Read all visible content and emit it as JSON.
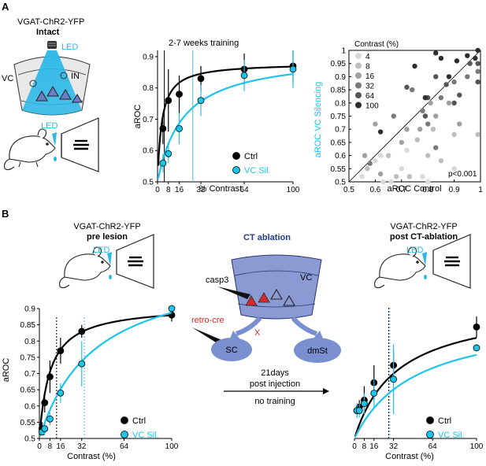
{
  "colors": {
    "ctrl": "#000000",
    "vc": "#1cc4ea",
    "ctrl_fill": "#000000",
    "vc_fill": "#20c0e8",
    "vc_shape": "#6b7fc6",
    "red": "#d62a2a",
    "led_blue": "#2ab8e8",
    "line_blue": "#56b6dd"
  },
  "panelA": {
    "letter": "A",
    "mouse_line": "VGAT-ChR2-YFP",
    "state": "Intact",
    "led": "LED",
    "vc": "VC",
    "in": "IN",
    "led_mouse": "LED"
  },
  "panelB": {
    "letter": "B",
    "left_title": "VGAT-ChR2-YFP",
    "left_subtitle": "pre lesion",
    "led_left": "LED",
    "center_title": "CT ablation",
    "casp3": "casp3",
    "vc": "VC",
    "retro_cre": "retro-cre",
    "x_mark": "X",
    "sc": "SC",
    "dmst": "dmSt",
    "arrow_line1": "21days",
    "arrow_line2": "post injection",
    "arrow_line3": "no training",
    "right_title": "VGAT-ChR2-YFP",
    "right_subtitle": "post CT-ablation",
    "led_right": "LED"
  },
  "chart_data": [
    {
      "id": "A-middle",
      "type": "line",
      "title": "2-7 weeks training",
      "xlabel": "% Contrast",
      "ylabel": "aROC",
      "xlim": [
        0,
        100
      ],
      "ylim": [
        0.5,
        0.92
      ],
      "xticks": [
        0,
        8,
        16,
        32,
        64,
        100
      ],
      "xtick_labels": [
        "0",
        "8",
        "16",
        "32",
        "64",
        "100"
      ],
      "yticks": [
        0.5,
        0.6,
        0.7,
        0.8,
        0.9
      ],
      "ytick_labels": [
        "0.5",
        "0.6",
        "0.7",
        "0.8",
        "0.9"
      ],
      "threshold_lines": [
        {
          "series": "VC Sil.",
          "x": 26
        },
        {
          "series": "Ctrl",
          "x": 5
        }
      ],
      "series": [
        {
          "name": "Ctrl",
          "color": "#000000",
          "x": [
            4,
            8,
            16,
            32,
            64,
            100
          ],
          "y": [
            0.67,
            0.76,
            0.78,
            0.83,
            0.86,
            0.87
          ],
          "err": [
            0.05,
            0.1,
            0.06,
            0.04,
            0.05,
            0.05
          ],
          "curve": [
            0.5,
            0.38,
            3.2
          ]
        },
        {
          "name": "VC Sil.",
          "color": "#1cc4ea",
          "x": [
            4,
            8,
            16,
            32,
            64,
            100
          ],
          "y": [
            0.56,
            0.59,
            0.67,
            0.76,
            0.84,
            0.86
          ],
          "err": [
            0.03,
            0.03,
            0.05,
            0.05,
            0.05,
            0.06
          ],
          "curve": [
            0.5,
            0.41,
            19
          ]
        }
      ],
      "legend": "bottom-right"
    },
    {
      "id": "A-right",
      "type": "scatter",
      "xlabel": "aROC Control",
      "ylabel": "aROC VC Silencing",
      "xlim": [
        0.5,
        1.0
      ],
      "ylim": [
        0.5,
        1.0
      ],
      "xticks": [
        0.5,
        0.6,
        0.7,
        0.8,
        0.9,
        1
      ],
      "xtick_labels": [
        "0.5",
        "0.6",
        "0.7",
        "0.8",
        "0.9",
        "1"
      ],
      "yticks": [
        0.5,
        0.55,
        0.6,
        0.65,
        0.7,
        0.75,
        0.8,
        0.85,
        0.9,
        0.95,
        1
      ],
      "ytick_labels": [
        "0.5",
        "0.55",
        "0.6",
        "0.65",
        "0.7",
        "0.75",
        "0.8",
        "0.85",
        "0.9",
        "0.95",
        "1"
      ],
      "legend_title": "Contrast (%)",
      "annotation": "p<0.001",
      "identity_line": true,
      "series": [
        {
          "name": "4",
          "color": "#d9d9d9",
          "points": [
            [
              0.55,
              0.52
            ],
            [
              0.6,
              0.58
            ],
            [
              0.63,
              0.5
            ],
            [
              0.7,
              0.55
            ],
            [
              0.72,
              0.62
            ],
            [
              0.78,
              0.52
            ],
            [
              0.8,
              0.5
            ],
            [
              0.62,
              0.6
            ],
            [
              0.9,
              0.55
            ],
            [
              0.66,
              0.5
            ]
          ]
        },
        {
          "name": "8",
          "color": "#bdbdbd",
          "points": [
            [
              0.57,
              0.55
            ],
            [
              0.65,
              0.6
            ],
            [
              0.73,
              0.52
            ],
            [
              0.8,
              0.6
            ],
            [
              0.82,
              0.7
            ],
            [
              0.9,
              0.68
            ],
            [
              0.99,
              0.68
            ],
            [
              0.68,
              0.52
            ],
            [
              0.85,
              0.58
            ],
            [
              0.76,
              0.66
            ]
          ]
        },
        {
          "name": "16",
          "color": "#a0a0a0",
          "points": [
            [
              0.56,
              0.6
            ],
            [
              0.62,
              0.53
            ],
            [
              0.7,
              0.65
            ],
            [
              0.77,
              0.7
            ],
            [
              0.83,
              0.75
            ],
            [
              0.88,
              0.8
            ],
            [
              0.92,
              0.72
            ],
            [
              0.81,
              0.8
            ],
            [
              0.72,
              0.7
            ],
            [
              0.6,
              0.72
            ]
          ]
        },
        {
          "name": "32",
          "color": "#7a7a7a",
          "points": [
            [
              0.58,
              0.57
            ],
            [
              0.67,
              0.75
            ],
            [
              0.78,
              0.77
            ],
            [
              0.85,
              0.82
            ],
            [
              0.9,
              0.88
            ],
            [
              0.95,
              0.9
            ],
            [
              0.8,
              0.72
            ],
            [
              0.99,
              0.92
            ],
            [
              0.74,
              0.85
            ],
            [
              0.83,
              0.63
            ]
          ]
        },
        {
          "name": "64",
          "color": "#555555",
          "points": [
            [
              0.72,
              0.86
            ],
            [
              0.8,
              0.82
            ],
            [
              0.87,
              0.87
            ],
            [
              0.92,
              0.83
            ],
            [
              0.96,
              0.95
            ],
            [
              0.99,
              0.95
            ],
            [
              0.83,
              0.9
            ],
            [
              0.79,
              0.75
            ],
            [
              0.9,
              0.8
            ],
            [
              0.99,
              0.88
            ]
          ]
        },
        {
          "name": "100",
          "color": "#2e2e2e",
          "points": [
            [
              0.75,
              0.94
            ],
            [
              0.85,
              0.97
            ],
            [
              0.91,
              0.96
            ],
            [
              0.95,
              0.98
            ],
            [
              0.99,
              1.0
            ],
            [
              0.83,
              0.99
            ],
            [
              0.88,
              0.9
            ],
            [
              0.98,
              0.97
            ],
            [
              0.62,
              0.69
            ],
            [
              0.79,
              0.82
            ]
          ]
        }
      ]
    },
    {
      "id": "B-left",
      "type": "line",
      "xlabel": "Contrast (%)",
      "ylabel": "aROC",
      "xlim": [
        0,
        100
      ],
      "ylim": [
        0.5,
        0.9
      ],
      "xticks": [
        0,
        8,
        16,
        32,
        64,
        100
      ],
      "xtick_labels": [
        "0",
        "8",
        "16",
        "32",
        "64",
        "100"
      ],
      "yticks": [
        0.5,
        0.55,
        0.6,
        0.65,
        0.7,
        0.75,
        0.8,
        0.85,
        0.9
      ],
      "ytick_labels": [
        "0.5",
        "0.55",
        "0.6",
        "0.65",
        "0.7",
        "0.75",
        "0.8",
        "0.85",
        "0.9"
      ],
      "threshold_lines": [
        {
          "series": "Ctrl",
          "x": 13
        },
        {
          "series": "VC Sil.",
          "x": 34
        }
      ],
      "series": [
        {
          "name": "Ctrl",
          "color": "#000000",
          "x": [
            2,
            4,
            8,
            16,
            32,
            100
          ],
          "y": [
            0.53,
            0.61,
            0.69,
            0.77,
            0.83,
            0.88
          ],
          "err": [
            0.02,
            0.03,
            0.05,
            0.04,
            0.02,
            0.02
          ],
          "curve": [
            0.5,
            0.41,
            8
          ]
        },
        {
          "name": "VC Sil.",
          "color": "#1cc4ea",
          "x": [
            2,
            4,
            8,
            16,
            32,
            100
          ],
          "y": [
            0.52,
            0.53,
            0.56,
            0.64,
            0.73,
            0.9
          ],
          "err": [
            0.01,
            0.02,
            0.02,
            0.03,
            0.07,
            0.01
          ],
          "curve": [
            0.5,
            0.55,
            42
          ]
        }
      ],
      "legend": "bottom-right"
    },
    {
      "id": "B-right",
      "type": "line",
      "xlabel": "Contrast (%)",
      "xlim": [
        0,
        100
      ],
      "ylim": [
        0.5,
        0.9
      ],
      "xticks": [
        0,
        8,
        16,
        32,
        64,
        100
      ],
      "xtick_labels": [
        "0",
        "8",
        "16",
        "32",
        "64",
        "100"
      ],
      "threshold_lines": [
        {
          "series": "Ctrl",
          "x": 28
        },
        {
          "series": "VC Sil.",
          "x": 29
        }
      ],
      "series": [
        {
          "name": "Ctrl",
          "color": "#000000",
          "x": [
            2,
            4,
            8,
            16,
            32,
            100
          ],
          "y": [
            0.58,
            0.59,
            0.61,
            0.66,
            0.71,
            0.82
          ],
          "err": [
            0.02,
            0.02,
            0.04,
            0.05,
            0.04,
            0.03
          ],
          "curve": [
            0.5,
            0.39,
            35
          ]
        },
        {
          "name": "VC Sil.",
          "color": "#1cc4ea",
          "x": [
            2,
            4,
            8,
            16,
            32,
            100
          ],
          "y": [
            0.58,
            0.58,
            0.6,
            0.63,
            0.67,
            0.76
          ],
          "err": [
            0.02,
            0.02,
            0.03,
            0.04,
            0.1,
            0.01
          ],
          "curve": [
            0.5,
            0.36,
            50
          ]
        }
      ],
      "legend": "bottom-right"
    }
  ]
}
